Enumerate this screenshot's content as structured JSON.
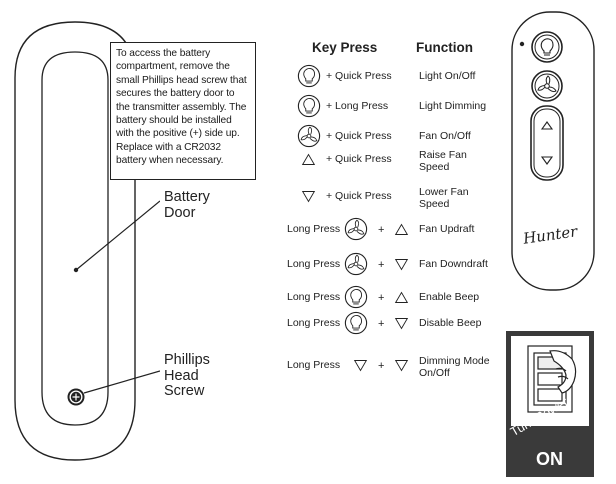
{
  "left_panel": {
    "note": "To access the battery compartment, remove the small Phillips head screw that secures the battery door to the transmitter assembly. The battery should be installed with the positive (+) side up. Replace with a CR2032 battery when necessary.",
    "battery_door_label": [
      "Battery",
      "Door"
    ],
    "screw_label": [
      "Phillips",
      "Head",
      "Screw"
    ]
  },
  "table": {
    "header_key": "Key Press",
    "header_function": "Function",
    "rows": [
      {
        "prefix": "",
        "key1": "light-icon",
        "key2": "",
        "press": "+ Quick Press",
        "function": "Light On/Off"
      },
      {
        "prefix": "",
        "key1": "light-icon",
        "key2": "",
        "press": "+ Long Press",
        "function": "Light Dimming"
      },
      {
        "prefix": "",
        "key1": "fan-icon",
        "key2": "",
        "press": "+ Quick Press",
        "function": "Fan On/Off"
      },
      {
        "prefix": "",
        "key1": "up-triangle-icon",
        "key2": "",
        "press": "+ Quick Press",
        "function": "Raise Fan Speed"
      },
      {
        "prefix": "",
        "key1": "down-triangle-icon",
        "key2": "",
        "press": "+ Quick Press",
        "function": "Lower Fan Speed"
      },
      {
        "prefix": "Long Press",
        "key1": "fan-icon",
        "key2": "up-triangle-icon",
        "press": "",
        "function": "Fan Updraft"
      },
      {
        "prefix": "Long Press",
        "key1": "fan-icon",
        "key2": "down-triangle-icon",
        "press": "",
        "function": "Fan Downdraft"
      },
      {
        "prefix": "Long Press",
        "key1": "light-icon",
        "key2": "up-triangle-icon",
        "press": "",
        "function": "Enable Beep"
      },
      {
        "prefix": "Long Press",
        "key1": "light-icon",
        "key2": "down-triangle-icon",
        "press": "",
        "function": "Disable Beep"
      },
      {
        "prefix": "Long Press",
        "key1": "down-triangle-icon",
        "key2": "down-triangle-icon",
        "press": "",
        "function": "Dimming Mode On/Off"
      }
    ]
  },
  "remote_front": {
    "brand": "Hunter"
  },
  "power_badge": {
    "line1": "Turn Power",
    "line2": "ON"
  },
  "colors": {
    "outline": "#222222",
    "badge_bg": "#3a3a3a",
    "badge_text": "#ffffff"
  }
}
